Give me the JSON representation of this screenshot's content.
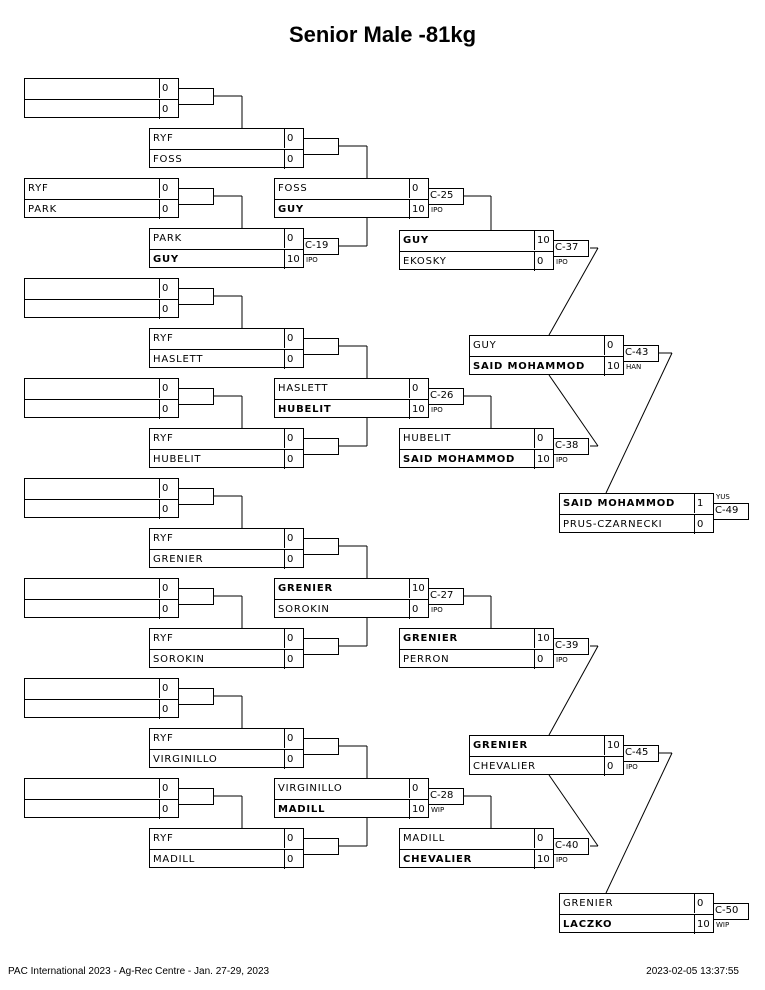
{
  "title": "Senior Male -81kg",
  "footer": {
    "event": "PAC International 2023 - Ag-Rec Centre - Jan. 27-29, 2023",
    "printed": "2023-02-05 13:37:55"
  },
  "round1": [
    {
      "top": {
        "name": "",
        "score": "0"
      },
      "bottom": {
        "name": "",
        "score": "0"
      }
    },
    {
      "top": {
        "name": "RYF",
        "score": "0"
      },
      "bottom": {
        "name": "PARK",
        "score": "0"
      }
    },
    {
      "top": {
        "name": "",
        "score": "0"
      },
      "bottom": {
        "name": "",
        "score": "0"
      }
    },
    {
      "top": {
        "name": "",
        "score": "0"
      },
      "bottom": {
        "name": "",
        "score": "0"
      }
    },
    {
      "top": {
        "name": "",
        "score": "0"
      },
      "bottom": {
        "name": "",
        "score": "0"
      }
    },
    {
      "top": {
        "name": "",
        "score": "0"
      },
      "bottom": {
        "name": "",
        "score": "0"
      }
    },
    {
      "top": {
        "name": "",
        "score": "0"
      },
      "bottom": {
        "name": "",
        "score": "0"
      }
    },
    {
      "top": {
        "name": "",
        "score": "0"
      },
      "bottom": {
        "name": "",
        "score": "0"
      }
    }
  ],
  "round2": [
    {
      "top": {
        "name": "RYF",
        "score": "0"
      },
      "bottom": {
        "name": "FOSS",
        "score": "0"
      }
    },
    {
      "top": {
        "name": "PARK",
        "score": "0"
      },
      "bottom": {
        "name": "GUY",
        "score": "10",
        "winner": true
      },
      "contest": "C-19",
      "result": "IPO"
    },
    {
      "top": {
        "name": "RYF",
        "score": "0"
      },
      "bottom": {
        "name": "HASLETT",
        "score": "0"
      }
    },
    {
      "top": {
        "name": "RYF",
        "score": "0"
      },
      "bottom": {
        "name": "HUBELIT",
        "score": "0"
      }
    },
    {
      "top": {
        "name": "RYF",
        "score": "0"
      },
      "bottom": {
        "name": "GRENIER",
        "score": "0"
      }
    },
    {
      "top": {
        "name": "RYF",
        "score": "0"
      },
      "bottom": {
        "name": "SOROKIN",
        "score": "0"
      }
    },
    {
      "top": {
        "name": "RYF",
        "score": "0"
      },
      "bottom": {
        "name": "VIRGINILLO",
        "score": "0"
      }
    },
    {
      "top": {
        "name": "RYF",
        "score": "0"
      },
      "bottom": {
        "name": "MADILL",
        "score": "0"
      }
    }
  ],
  "round3": [
    {
      "top": {
        "name": "FOSS",
        "score": "0"
      },
      "bottom": {
        "name": "GUY",
        "score": "10",
        "winner": true
      },
      "contest": "C-25",
      "result": "IPO"
    },
    {
      "top": {
        "name": "HASLETT",
        "score": "0"
      },
      "bottom": {
        "name": "HUBELIT",
        "score": "10",
        "winner": true
      },
      "contest": "C-26",
      "result": "IPO"
    },
    {
      "top": {
        "name": "GRENIER",
        "score": "10",
        "winner": true
      },
      "bottom": {
        "name": "SOROKIN",
        "score": "0"
      },
      "contest": "C-27",
      "result": "IPO"
    },
    {
      "top": {
        "name": "VIRGINILLO",
        "score": "0"
      },
      "bottom": {
        "name": "MADILL",
        "score": "10",
        "winner": true
      },
      "contest": "C-28",
      "result": "WIP"
    }
  ],
  "round4": [
    {
      "top": {
        "name": "GUY",
        "score": "10",
        "winner": true
      },
      "bottom": {
        "name": "EKOSKY",
        "score": "0"
      },
      "contest": "C-37",
      "result": "IPO"
    },
    {
      "top": {
        "name": "HUBELIT",
        "score": "0"
      },
      "bottom": {
        "name": "SAID MOHAMMOD",
        "score": "10",
        "winner": true
      },
      "contest": "C-38",
      "result": "IPO"
    },
    {
      "top": {
        "name": "GRENIER",
        "score": "10",
        "winner": true
      },
      "bottom": {
        "name": "PERRON",
        "score": "0"
      },
      "contest": "C-39",
      "result": "IPO"
    },
    {
      "top": {
        "name": "MADILL",
        "score": "0"
      },
      "bottom": {
        "name": "CHEVALIER",
        "score": "10",
        "winner": true
      },
      "contest": "C-40",
      "result": "IPO"
    }
  ],
  "round5": [
    {
      "top": {
        "name": "GUY",
        "score": "0"
      },
      "bottom": {
        "name": "SAID MOHAMMOD",
        "score": "10",
        "winner": true
      },
      "contest": "C-43",
      "result": "HAN"
    },
    {
      "top": {
        "name": "GRENIER",
        "score": "10",
        "winner": true
      },
      "bottom": {
        "name": "CHEVALIER",
        "score": "0"
      },
      "contest": "C-45",
      "result": "IPO"
    }
  ],
  "round6": [
    {
      "top": {
        "name": "SAID MOHAMMOD",
        "score": "1",
        "winner": true
      },
      "bottom": {
        "name": "PRUS-CZARNECKI",
        "score": "0"
      },
      "contest": "C-49",
      "result": "YUS",
      "result_position": "top"
    },
    {
      "top": {
        "name": "GRENIER",
        "score": "0"
      },
      "bottom": {
        "name": "LACZKO",
        "score": "10",
        "winner": true
      },
      "contest": "C-50",
      "result": "WIP"
    }
  ]
}
